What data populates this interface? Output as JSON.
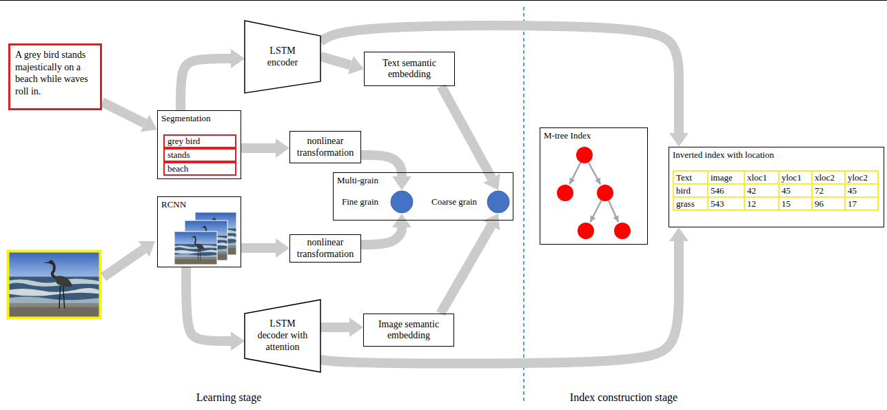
{
  "diagram": {
    "nodes": [
      {
        "text": [
          "A grey bird stands majestically on a beach while waves roll in."
        ]
      },
      {
        "text": [
          "LSTM encoder"
        ]
      },
      {
        "text": [
          "Text semantic embedding"
        ]
      },
      {
        "text": [
          "Segmentation"
        ]
      },
      {
        "text": [
          "grey bird"
        ],
        "in": 3
      },
      {
        "text": [
          "stands"
        ],
        "in": 3
      },
      {
        "text": [
          "beach"
        ],
        "in": 3
      },
      {
        "text": [
          "nonlinear transformation"
        ]
      },
      {
        "text": [
          "Multi-grain"
        ]
      },
      {
        "text": [
          "Fine grain"
        ],
        "in": 8
      },
      {
        "text": [
          "Coarse grain"
        ],
        "in": 8
      },
      {
        "text": [
          "RCNN"
        ]
      },
      {
        "text": [
          "nonlinear transformation"
        ]
      },
      {
        "text": [
          "LSTM decoder with attention"
        ]
      },
      {
        "text": [
          "Image semantic embedding"
        ]
      },
      {
        "text": [
          "M-tree Index"
        ]
      },
      {
        "text": [
          "Inverted index with location"
        ]
      }
    ],
    "edges": [
      {
        "from": 0,
        "to": 3,
        "arrow": "to"
      },
      {
        "from": 3,
        "to": 1,
        "arrow": "to"
      },
      {
        "from": 1,
        "to": 2,
        "arrow": "to"
      },
      {
        "from": 3,
        "to": 7,
        "arrow": "to"
      },
      {
        "from": 7,
        "to": 9,
        "arrow": "to"
      },
      {
        "from": 11,
        "to": 12,
        "arrow": "to"
      },
      {
        "from": 12,
        "to": 9,
        "arrow": "to"
      },
      {
        "from": 2,
        "to": 10,
        "arrow": "to"
      },
      {
        "from": 14,
        "to": 10,
        "arrow": "to"
      },
      {
        "from": 11,
        "to": 13,
        "arrow": "to"
      },
      {
        "from": 13,
        "to": 14,
        "arrow": "to"
      },
      {
        "from": 1,
        "to": 16,
        "arrow": "to"
      },
      {
        "from": 13,
        "to": 16,
        "arrow": "to"
      }
    ],
    "labels": [
      "Text",
      "image",
      "xloc1",
      "yloc1",
      "xloc2",
      "yloc2",
      "bird",
      "546",
      "42",
      "45",
      "72",
      "45",
      "grass",
      "543",
      "12",
      "15",
      "96",
      "17",
      "Learning stage",
      "Index construction stage"
    ]
  }
}
